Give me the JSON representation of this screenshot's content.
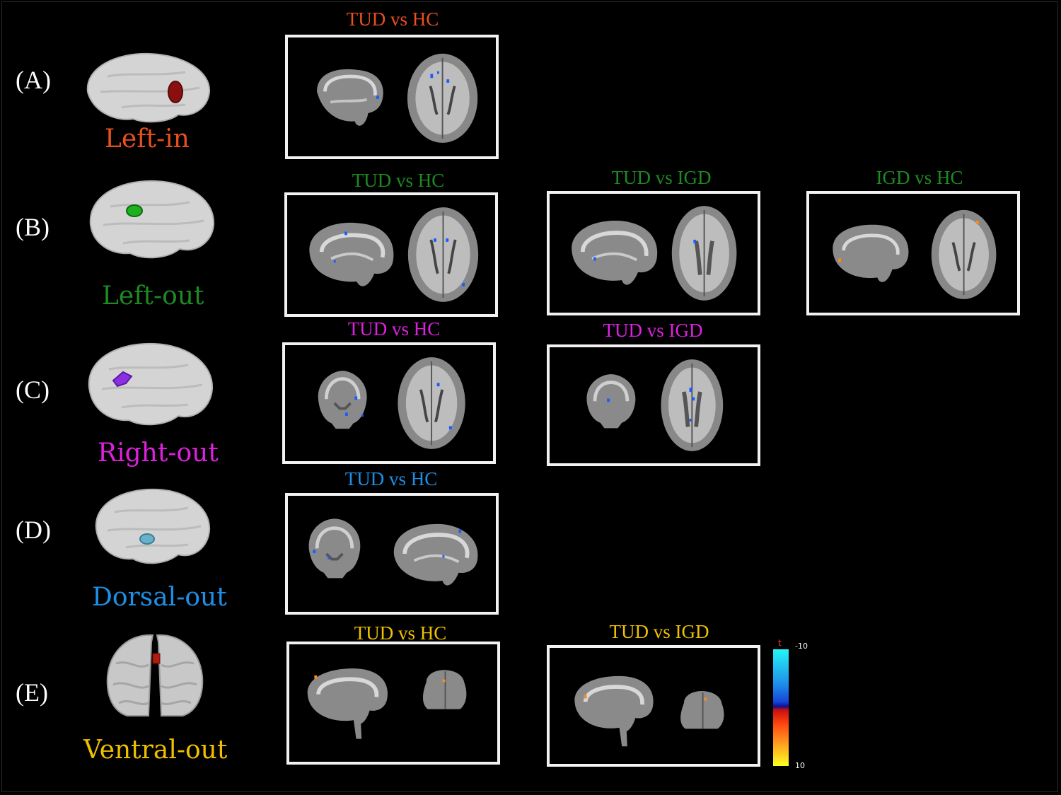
{
  "colors": {
    "A": "#e8501e",
    "B": "#1e8a22",
    "C": "#e020e0",
    "D": "#1e8fe6",
    "E": "#f0c000",
    "hypo": "#1a5cff",
    "hyper": "#ff8a1a"
  },
  "rows": [
    {
      "label": "(A)",
      "roi": "Left-in"
    },
    {
      "label": "(B)",
      "roi": "Left-out"
    },
    {
      "label": "(C)",
      "roi": "Right-out"
    },
    {
      "label": "(D)",
      "roi": "Dorsal-out"
    },
    {
      "label": "(E)",
      "roi": "Ventral-out"
    }
  ],
  "comparisons": {
    "A": [
      "TUD vs HC"
    ],
    "B": [
      "TUD vs HC",
      "TUD vs IGD",
      "IGD vs HC"
    ],
    "C": [
      "TUD  vs HC",
      "TUD vs IGD"
    ],
    "D": [
      "TUD vs HC"
    ],
    "E": [
      "TUD vs HC",
      "TUD vs IGD"
    ]
  },
  "colorbar": {
    "label": "t",
    "min_label": "-10",
    "max_label": "10",
    "min": -10,
    "max": 10
  }
}
